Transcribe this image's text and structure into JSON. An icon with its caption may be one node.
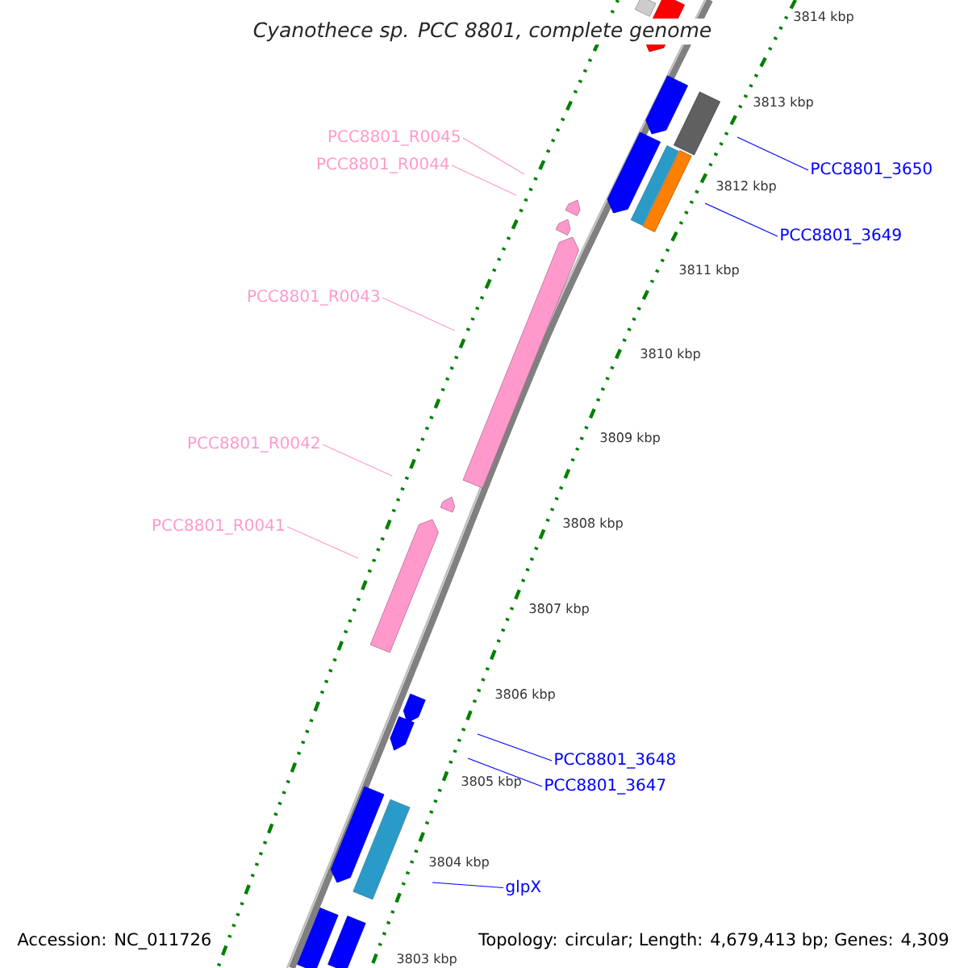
{
  "diagram": {
    "title": "Cyanothece sp. PCC 8801, complete genome",
    "nodes": [
      {
        "text": [
          "PCC8801_R0045"
        ]
      },
      {
        "text": [
          "PCC8801_R0044"
        ]
      },
      {
        "text": [
          "PCC8801_3650"
        ]
      },
      {
        "text": [
          "PCC8801_3649"
        ]
      },
      {
        "text": [
          "PCC8801_R0043"
        ]
      },
      {
        "text": [
          "PCC8801_R0042"
        ]
      },
      {
        "text": [
          "PCC8801_R0041"
        ]
      },
      {
        "text": [
          "PCC8801_3648"
        ]
      },
      {
        "text": [
          "PCC8801_3647"
        ]
      },
      {
        "text": [
          "glpX"
        ]
      }
    ],
    "edges": [
      {
        "from": 0,
        "to": null,
        "arrow": "none",
        "color": "#ff99cc"
      },
      {
        "from": 1,
        "to": null,
        "arrow": "none",
        "color": "#ff99cc"
      },
      {
        "from": 2,
        "to": null,
        "arrow": "none",
        "color": "#0000ff"
      },
      {
        "from": 3,
        "to": null,
        "arrow": "none",
        "color": "#0000ff"
      },
      {
        "from": 4,
        "to": null,
        "arrow": "none",
        "color": "#ff99cc"
      },
      {
        "from": 5,
        "to": null,
        "arrow": "none",
        "color": "#ff99cc"
      },
      {
        "from": 6,
        "to": null,
        "arrow": "none",
        "color": "#ff99cc"
      },
      {
        "from": 7,
        "to": null,
        "arrow": "none",
        "color": "#0000ff"
      },
      {
        "from": 8,
        "to": null,
        "arrow": "none",
        "color": "#0000ff"
      },
      {
        "from": 9,
        "to": null,
        "arrow": "none",
        "color": "#0000ff"
      }
    ],
    "labels": [
      "3814 kbp",
      "3813 kbp",
      "3812 kbp",
      "3811 kbp",
      "3810 kbp",
      "3809 kbp",
      "3808 kbp",
      "3807 kbp",
      "3806 kbp",
      "3805 kbp",
      "3804 kbp",
      "3803 kbp",
      "Accession: NC_011726",
      "Topology: circular; Length: 4,679,413 bp; Genes: 4,309"
    ]
  }
}
